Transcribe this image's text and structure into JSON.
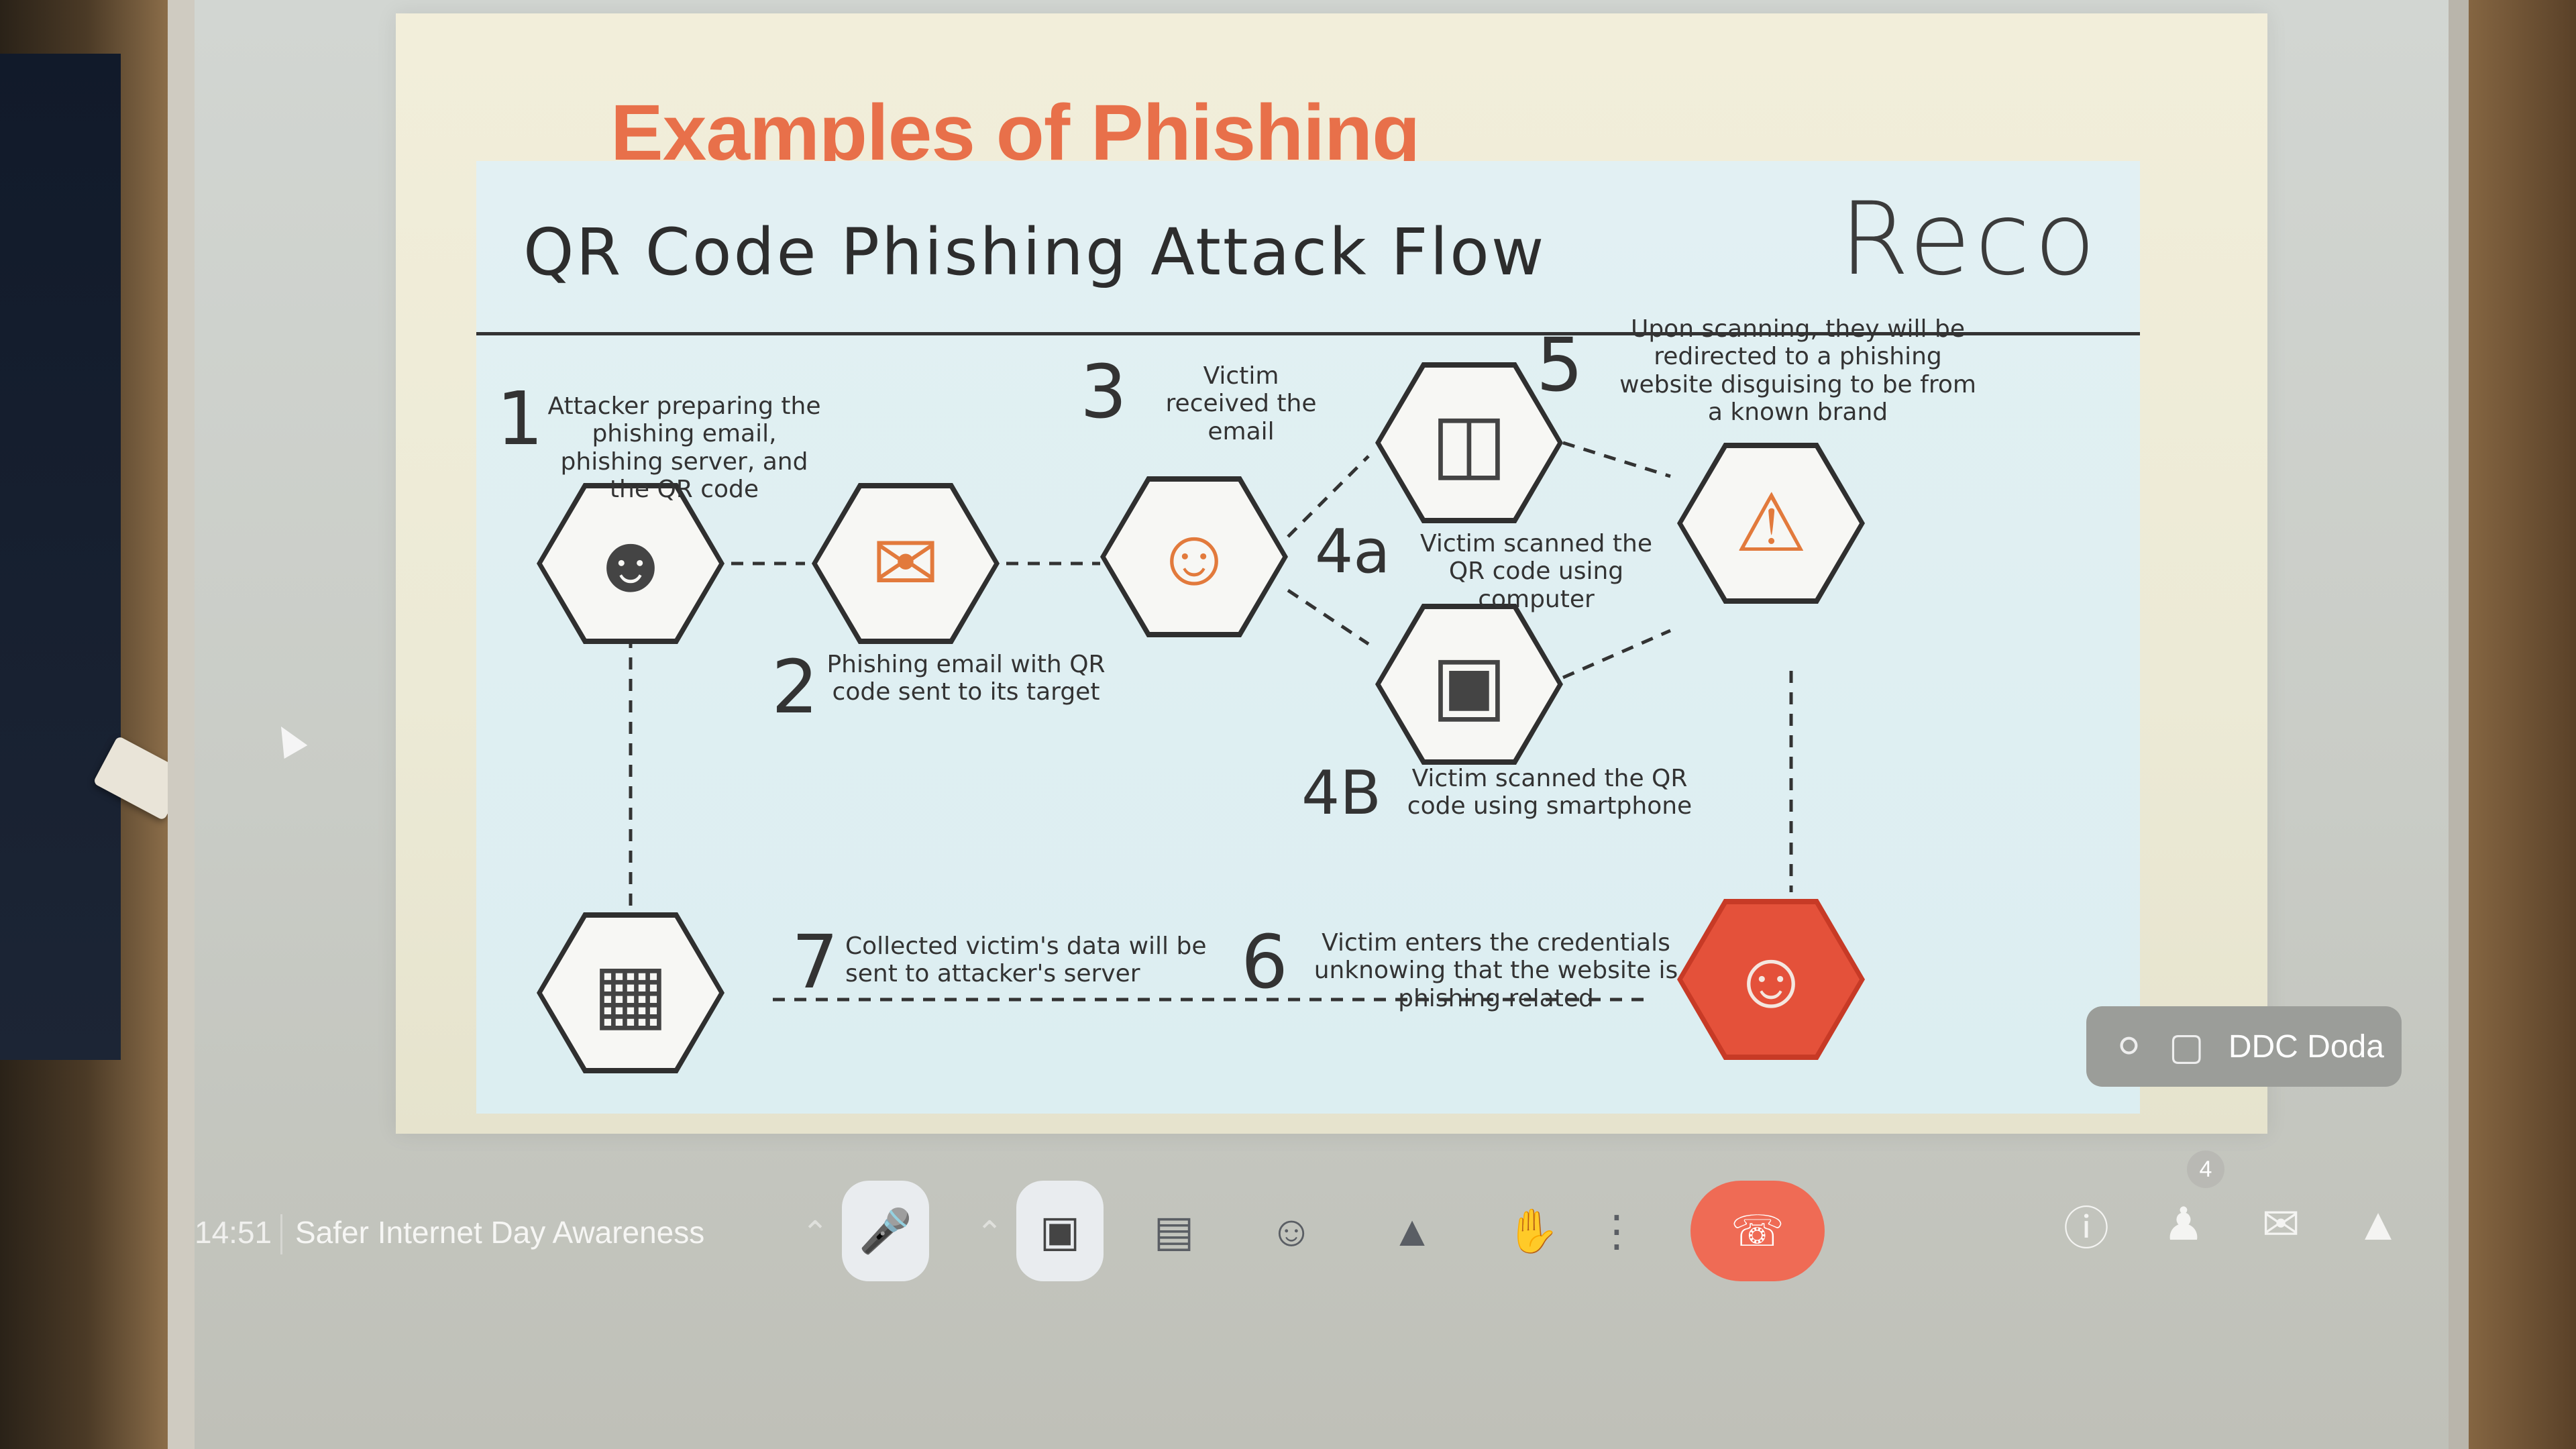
{
  "slide": {
    "title": "Examples of Phishing",
    "infographic": {
      "title": "QR Code Phishing Attack Flow",
      "brand": "Reco",
      "steps": [
        {
          "num": "1",
          "text": "Attacker preparing the phishing email, phishing server, and the QR code"
        },
        {
          "num": "2",
          "text": "Phishing email with QR code sent to its target"
        },
        {
          "num": "3",
          "text": "Victim received the email"
        },
        {
          "num": "4a",
          "text": "Victim scanned the QR code using computer"
        },
        {
          "num": "4B",
          "text": "Victim scanned the QR code using smartphone"
        },
        {
          "num": "5",
          "text": "Upon scanning, they will be redirected to a phishing website disguising to be from a known brand"
        },
        {
          "num": "6",
          "text": "Victim enters the credentials unknowing that the website is phishing related"
        },
        {
          "num": "7",
          "text": "Collected victim's data will be sent to attacker's server"
        }
      ]
    }
  },
  "meet": {
    "clock": "14:51",
    "meeting_title": "Safer Internet Day Awareness",
    "participant_count": "4",
    "presenter_tile": {
      "name": "DDC Doda"
    },
    "icons": {
      "mic": "mic-off-icon",
      "camera": "camera-off-icon",
      "captions": "captions-icon",
      "emoji": "emoji-icon",
      "present": "present-screen-icon",
      "hand": "raise-hand-icon",
      "more": "more-options-icon",
      "end": "end-call-icon",
      "info": "info-icon",
      "people": "people-icon",
      "chat": "chat-icon",
      "activities": "activities-icon"
    },
    "colors": {
      "end_call": "#ef6b55",
      "slide_title": "#e8704a"
    }
  }
}
